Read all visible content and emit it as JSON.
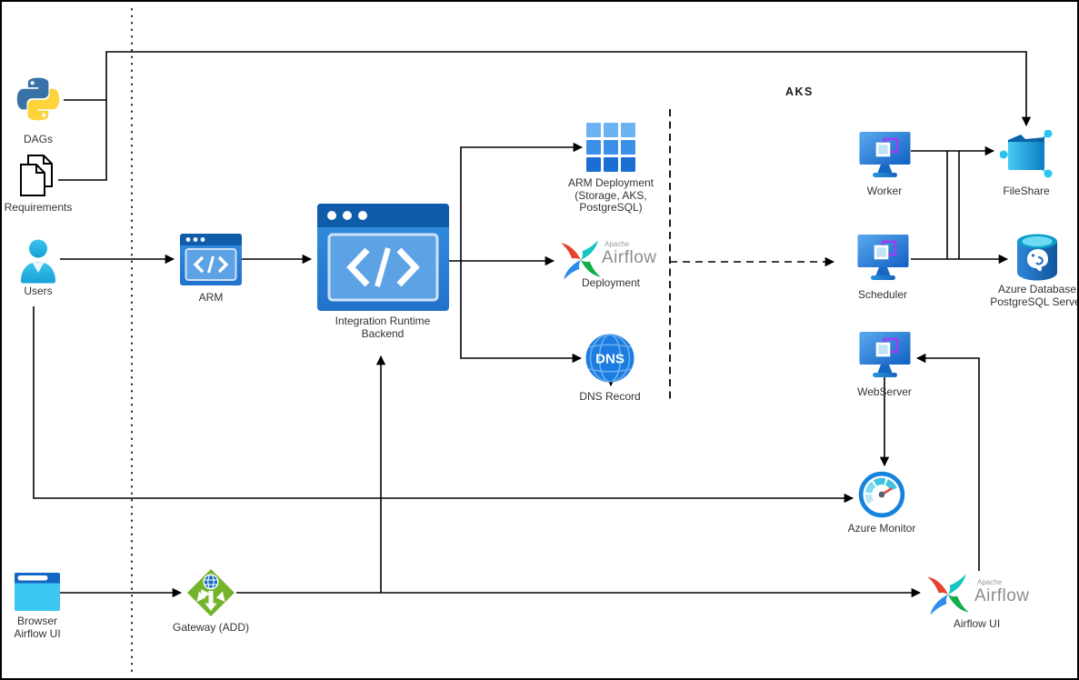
{
  "regions": {
    "aks": {
      "label": "AKS"
    }
  },
  "nodes": {
    "dags": {
      "icon": "python-icon",
      "label": "DAGs"
    },
    "requirements": {
      "icon": "documents-icon",
      "label": "Requirements"
    },
    "users": {
      "icon": "person-icon",
      "label": "Users"
    },
    "arm": {
      "icon": "code-window-icon",
      "label": "ARM"
    },
    "integration_runtime_backend": {
      "icon": "code-window-icon",
      "label_line1": "Integration Runtime",
      "label_line2": "Backend"
    },
    "arm_deployment": {
      "icon": "grid-icon",
      "label_line1": "ARM Deployment",
      "label_line2": "(Storage, AKS,",
      "label_line3": "PostgreSQL)"
    },
    "airflow_deployment": {
      "icon": "airflow-pinwheel-icon",
      "brand_small": "Apache",
      "brand_large": "Airflow",
      "label": "Deployment"
    },
    "dns_record": {
      "icon": "dns-globe-icon",
      "icon_text": "DNS",
      "label": "DNS Record"
    },
    "worker": {
      "icon": "vm-monitor-icon",
      "label": "Worker"
    },
    "fileshare": {
      "icon": "fileshare-folder-icon",
      "label": "FileShare"
    },
    "scheduler": {
      "icon": "vm-monitor-icon",
      "label": "Scheduler"
    },
    "azure_database": {
      "icon": "postgresql-database-icon",
      "label_line1": "Azure Database",
      "label_line2": "PostgreSQL Server"
    },
    "webserver": {
      "icon": "vm-monitor-icon",
      "label": "WebServer"
    },
    "azure_monitor": {
      "icon": "gauge-icon",
      "label": "Azure Monitor"
    },
    "airflow_ui": {
      "icon": "airflow-pinwheel-icon",
      "brand_small": "Apache",
      "brand_large": "Airflow",
      "label": "Airflow UI"
    },
    "browser_airflow_ui": {
      "icon": "browser-icon",
      "label_line1": "Browser",
      "label_line2": "Airflow UI"
    },
    "gateway": {
      "icon": "gateway-diamond-icon",
      "label": "Gateway (ADD)"
    }
  },
  "colors": {
    "azure_blue": "#1565c0",
    "azure_blue_light": "#55a7ec",
    "cyan": "#35c4f0",
    "python_blue": "#3972a6",
    "python_yellow": "#ffd43b",
    "airflow_red": "#e5432e",
    "airflow_teal": "#17c6c0",
    "airflow_green": "#12ae4b",
    "airflow_blue": "#2e8cec",
    "gateway_green": "#74b42c",
    "purple": "#9b3df2",
    "line_black": "#000000"
  }
}
